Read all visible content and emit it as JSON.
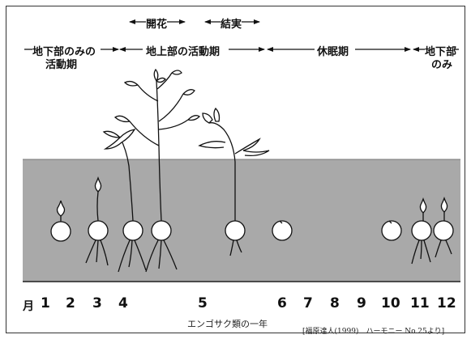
{
  "phases": {
    "flowering": "開花",
    "fruiting": "結実",
    "underground_only_active_line1": "地下部のみの",
    "underground_only_active_line2": "活動期",
    "aboveground_active": "地上部の活動期",
    "dormant": "休眠期",
    "underground_only_line1": "地下部",
    "underground_only_line2": "のみ"
  },
  "months": {
    "label": "月",
    "values": [
      "1",
      "2",
      "3",
      "4",
      "5",
      "6",
      "7",
      "8",
      "9",
      "10",
      "11",
      "12"
    ]
  },
  "caption": "エンゴサク類の一年",
  "citation": "[福原達人(1999)　ハーモニー No.25より]",
  "colors": {
    "soil": "#a9a9a9",
    "ink": "#111111",
    "tuber": "#ffffff"
  }
}
